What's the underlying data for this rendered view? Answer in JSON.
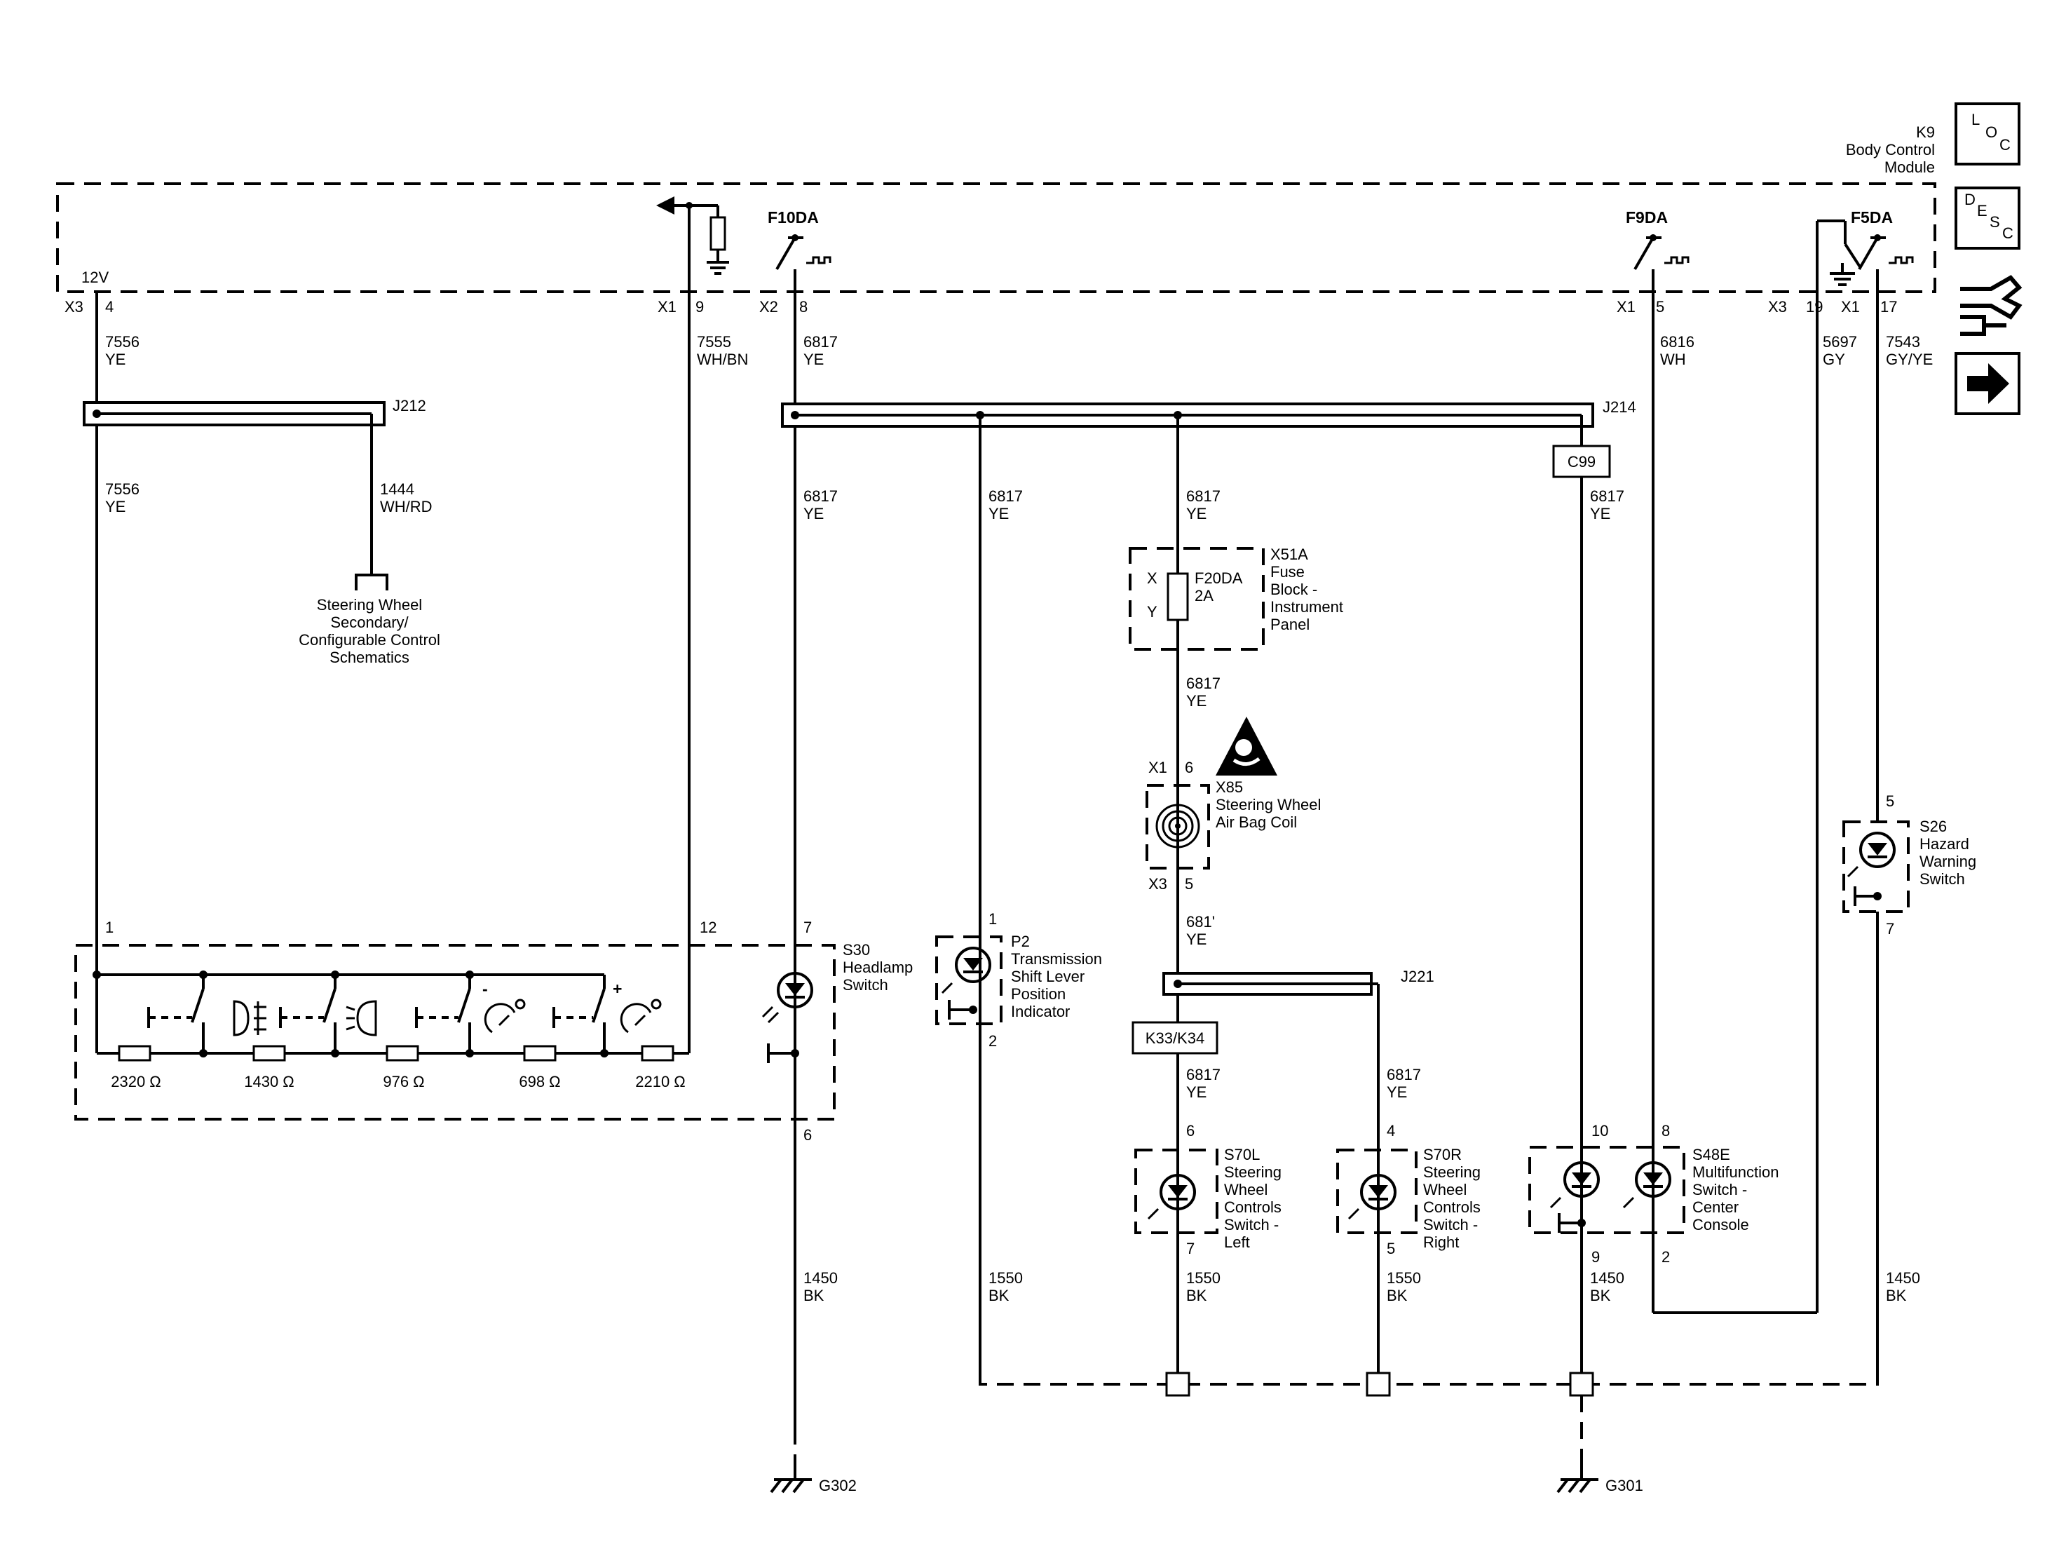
{
  "module": {
    "id": "K9",
    "name_line1": "Body Control",
    "name_line2": "Module",
    "supply": "12V"
  },
  "nav": {
    "loc": [
      "L",
      "O",
      "C"
    ],
    "desc": [
      "D",
      "E",
      "S",
      "C"
    ],
    "connector_icon": "connector-icon",
    "next_icon": "arrow-right-icon"
  },
  "pins": {
    "x3_4": {
      "conn": "X3",
      "pin": "4"
    },
    "x1_9": {
      "conn": "X1",
      "pin": "9"
    },
    "x2_8": {
      "conn": "X2",
      "pin": "8"
    },
    "x1_5": {
      "conn": "X1",
      "pin": "5"
    },
    "x3_19": {
      "conn": "X3",
      "pin": "19"
    },
    "x1_17": {
      "conn": "X1",
      "pin": "17"
    }
  },
  "drivers": {
    "f10": "F10DA",
    "f9": "F9DA",
    "f5": "F5DA"
  },
  "wires": {
    "w7556a": {
      "num": "7556",
      "color": "YE"
    },
    "w7556b": {
      "num": "7556",
      "color": "YE"
    },
    "w1444": {
      "num": "1444",
      "color": "WH/RD"
    },
    "w7555": {
      "num": "7555",
      "color": "WH/BN"
    },
    "w6817_top": {
      "num": "6817",
      "color": "YE"
    },
    "w6817_a": {
      "num": "6817",
      "color": "YE"
    },
    "w6817_b": {
      "num": "6817",
      "color": "YE"
    },
    "w6817_c": {
      "num": "6817",
      "color": "YE"
    },
    "w6817_d": {
      "num": "6817",
      "color": "YE"
    },
    "w6817_e": {
      "num": "6817",
      "color": "YE"
    },
    "w6817_f": {
      "num": "681'",
      "color": "YE"
    },
    "w6817_g": {
      "num": "6817",
      "color": "YE"
    },
    "w6817_h": {
      "num": "6817",
      "color": "YE"
    },
    "w6816": {
      "num": "6816",
      "color": "WH"
    },
    "w5697": {
      "num": "5697",
      "color": "GY"
    },
    "w7543": {
      "num": "7543",
      "color": "GY/YE"
    },
    "g1450a": {
      "num": "1450",
      "color": "BK"
    },
    "g1550a": {
      "num": "1550",
      "color": "BK"
    },
    "g1550b": {
      "num": "1550",
      "color": "BK"
    },
    "g1550c": {
      "num": "1550",
      "color": "BK"
    },
    "g1450b": {
      "num": "1450",
      "color": "BK"
    },
    "g1450c": {
      "num": "1450",
      "color": "BK"
    }
  },
  "splices": {
    "j212": "J212",
    "j214": "J214",
    "j221": "J221"
  },
  "inline": {
    "c99": "C99",
    "k33": "K33/K34"
  },
  "steering_ref": [
    "Steering Wheel",
    "Secondary/",
    "Configurable Control",
    "Schematics"
  ],
  "fuse_block": {
    "id": "X51A",
    "lines": [
      "Fuse",
      "Block -",
      "Instrument",
      "Panel"
    ],
    "fuse": "F20DA",
    "rating": "2A",
    "x": "X",
    "y": "Y"
  },
  "airbag_coil": {
    "id": "X85",
    "lines": [
      "Steering Wheel",
      "Air Bag Coil"
    ],
    "top_conn": "X1",
    "top_pin": "6",
    "bot_conn": "X3",
    "bot_pin": "5"
  },
  "headlamp_switch": {
    "id": "S30",
    "lines": [
      "Headlamp",
      "Switch"
    ],
    "pin_left": "1",
    "pin_right": "12",
    "pin_led_top": "7",
    "pin_led_bottom": "6"
  },
  "resistors": [
    "2320 Ω",
    "1430 Ω",
    "976 Ω",
    "698 Ω",
    "2210 Ω"
  ],
  "dimmer": {
    "minus": "-",
    "plus": "+"
  },
  "p2": {
    "id": "P2",
    "lines": [
      "Transmission",
      "Shift Lever",
      "Position",
      "Indicator"
    ],
    "pin_top": "1",
    "pin_bottom": "2"
  },
  "s70l": {
    "id": "S70L",
    "lines": [
      "Steering",
      "Wheel",
      "Controls",
      "Switch -",
      "Left"
    ],
    "pin_top": "6",
    "pin_bottom": "7"
  },
  "s70r": {
    "id": "S70R",
    "lines": [
      "Steering",
      "Wheel",
      "Controls",
      "Switch -",
      "Right"
    ],
    "pin_top": "4",
    "pin_bottom": "5"
  },
  "s48e": {
    "id": "S48E",
    "lines": [
      "Multifunction",
      "Switch -",
      "Center",
      "Console"
    ],
    "pin_a_top": "10",
    "pin_b_top": "8",
    "pin_a_bottom": "9",
    "pin_b_bottom": "2"
  },
  "s26": {
    "id": "S26",
    "lines": [
      "Hazard",
      "Warning",
      "Switch"
    ],
    "pin_top": "5",
    "pin_bottom": "7"
  },
  "grounds": {
    "g302": "G302",
    "g301": "G301"
  }
}
